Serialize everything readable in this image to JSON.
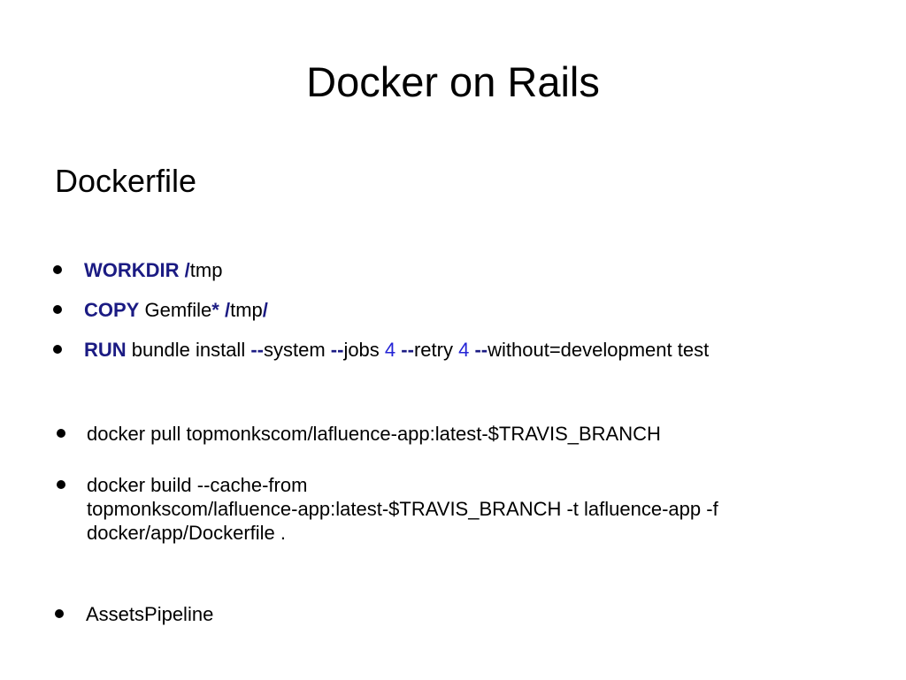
{
  "slide": {
    "title": "Docker on Rails",
    "subtitle": "Dockerfile",
    "colors": {
      "background": "#ffffff",
      "text": "#000000",
      "keyword": "#1b1b83",
      "number": "#2424d6",
      "bullet": "#000000"
    },
    "dockerfile_bullets": [
      {
        "plain_text": "WORKDIR /tmp",
        "segments": [
          {
            "s": "kw",
            "t": "WORKDIR"
          },
          {
            "s": "plain",
            "t": " "
          },
          {
            "s": "kw",
            "t": "/"
          },
          {
            "s": "plain",
            "t": "tmp"
          }
        ]
      },
      {
        "plain_text": "COPY Gemfile* /tmp/",
        "segments": [
          {
            "s": "kw",
            "t": "COPY"
          },
          {
            "s": "plain",
            "t": " Gemfile"
          },
          {
            "s": "kw",
            "t": "*"
          },
          {
            "s": "plain",
            "t": " "
          },
          {
            "s": "kw",
            "t": "/"
          },
          {
            "s": "plain",
            "t": "tmp"
          },
          {
            "s": "kw",
            "t": "/"
          }
        ]
      },
      {
        "plain_text": "RUN bundle install --system --jobs 4 --retry 4 --without=development test",
        "segments": [
          {
            "s": "kw",
            "t": "RUN"
          },
          {
            "s": "plain",
            "t": " bundle install "
          },
          {
            "s": "kw",
            "t": "--"
          },
          {
            "s": "plain",
            "t": "system "
          },
          {
            "s": "kw",
            "t": "--"
          },
          {
            "s": "plain",
            "t": "jobs "
          },
          {
            "s": "num",
            "t": "4"
          },
          {
            "s": "plain",
            "t": " "
          },
          {
            "s": "kw",
            "t": "--"
          },
          {
            "s": "plain",
            "t": "retry "
          },
          {
            "s": "num",
            "t": "4"
          },
          {
            "s": "plain",
            "t": " "
          },
          {
            "s": "kw",
            "t": "--"
          },
          {
            "s": "plain",
            "t": "without=development test"
          }
        ]
      }
    ],
    "command_bullets": [
      {
        "plain_text": "docker pull topmonkscom/lafluence-app:latest-$TRAVIS_BRANCH",
        "lines": [
          "docker pull topmonkscom/lafluence-app:latest-$TRAVIS_BRANCH"
        ]
      },
      {
        "plain_text": "docker build --cache-from topmonkscom/lafluence-app:latest-$TRAVIS_BRANCH -t lafluence-app -f docker/app/Dockerfile .",
        "lines": [
          "docker build --cache-from",
          "topmonkscom/lafluence-app:latest-$TRAVIS_BRANCH -t lafluence-app -f",
          "docker/app/Dockerfile ."
        ]
      }
    ],
    "final_bullets": [
      {
        "plain_text": "AssetsPipeline",
        "lines": [
          "AssetsPipeline"
        ]
      }
    ]
  }
}
